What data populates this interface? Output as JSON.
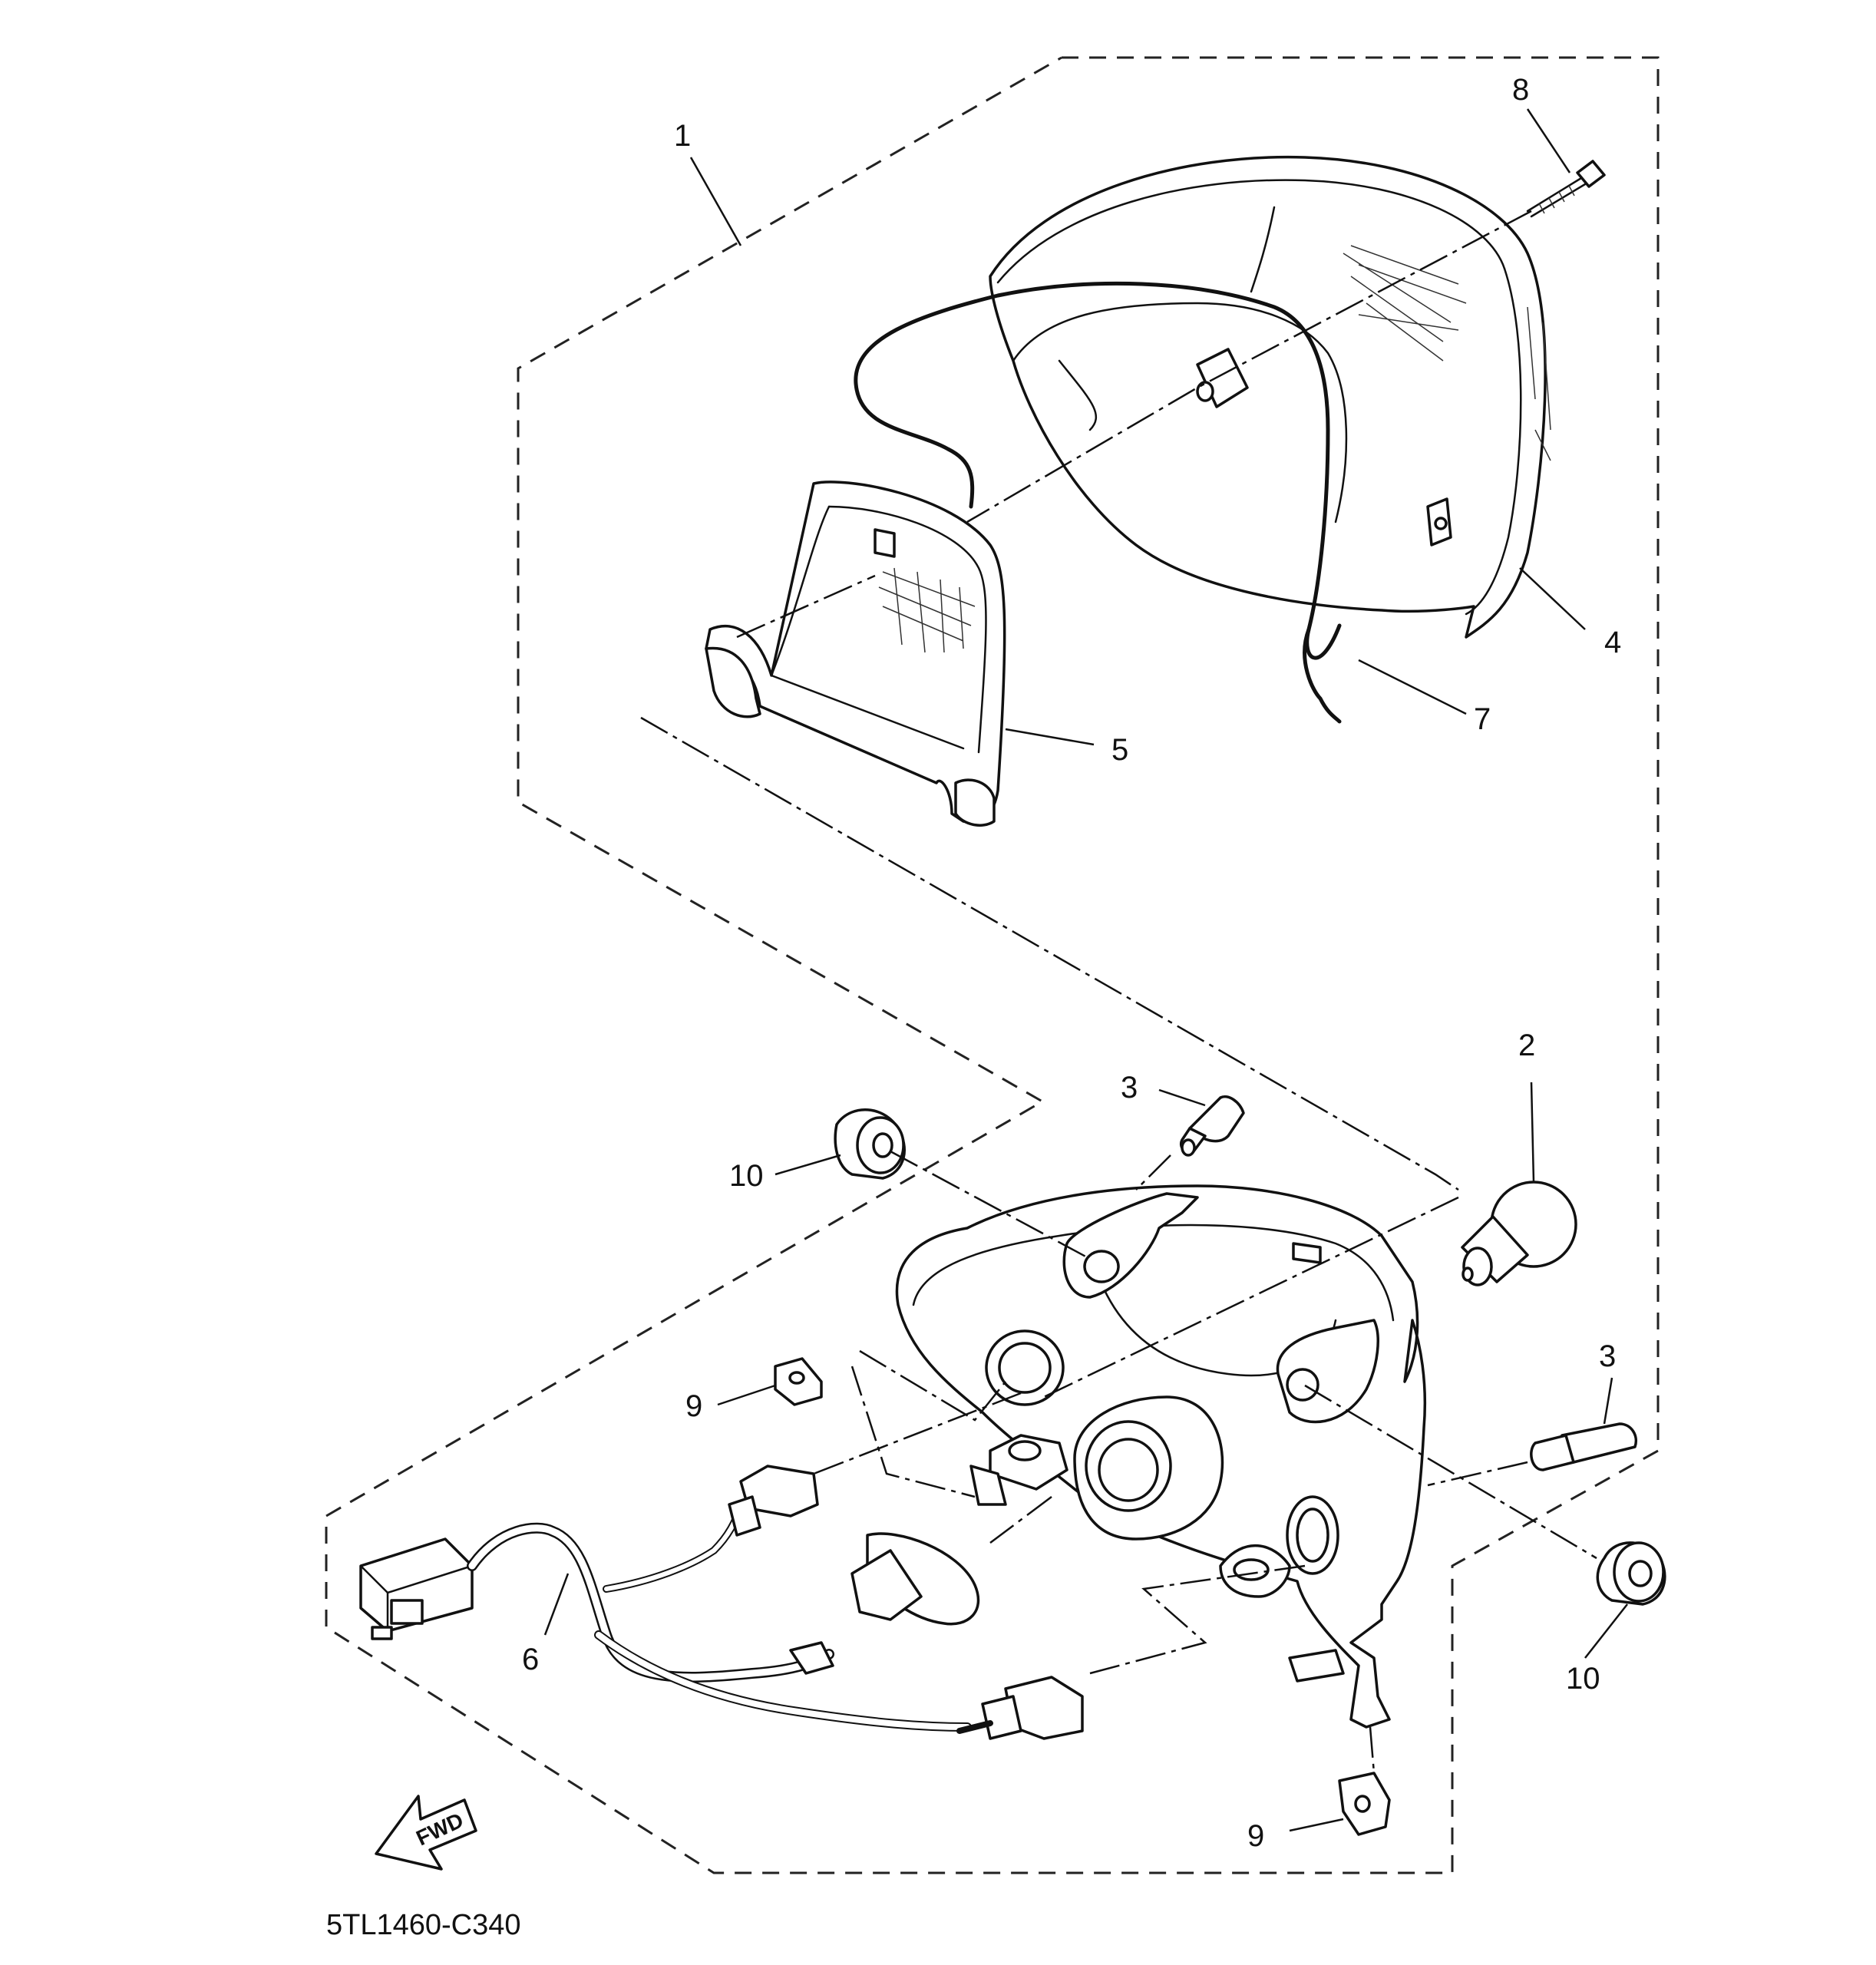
{
  "diagram_code": "5TL1460-C340",
  "fwd_label": "FWD",
  "callouts": {
    "c1": "1",
    "c2": "2",
    "c3a": "3",
    "c3b": "3",
    "c4": "4",
    "c5": "5",
    "c6": "6",
    "c7": "7",
    "c8": "8",
    "c9a": "9",
    "c9b": "9",
    "c10a": "10",
    "c10b": "10"
  }
}
